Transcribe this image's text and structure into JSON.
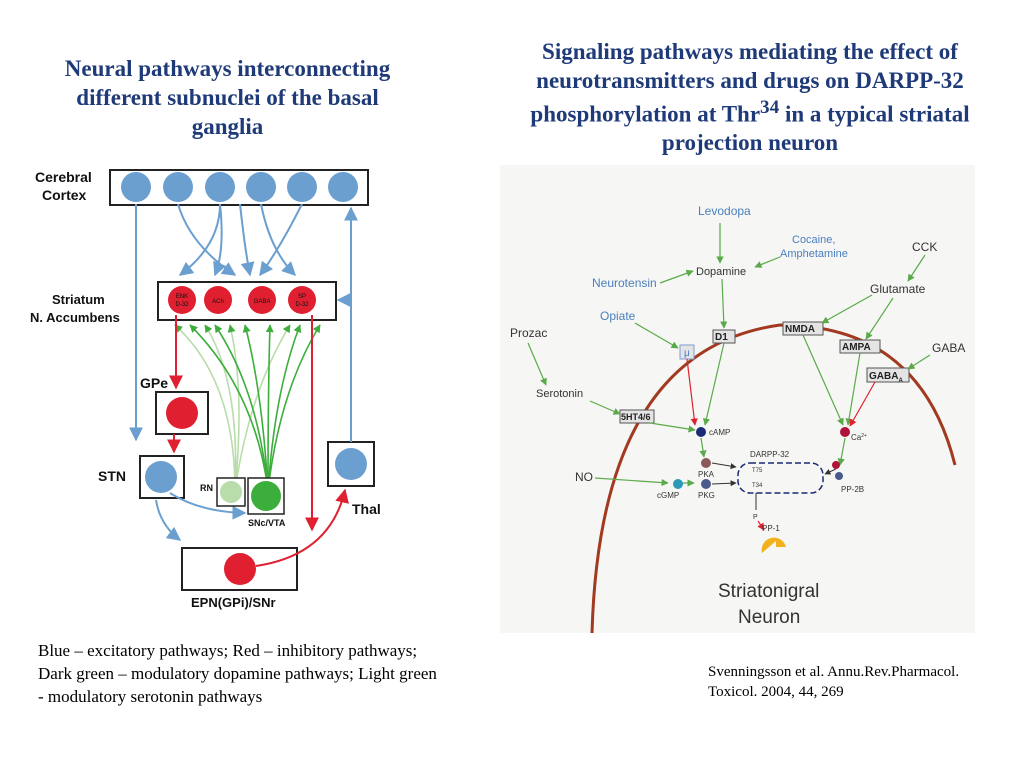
{
  "left_title": "Neural pathways interconnecting different subnuclei of the basal ganglia",
  "right_title_pre": "Signaling pathways mediating the effect of neurotransmitters and drugs on DARPP-32 phosphorylation at Thr",
  "right_title_sup": "34",
  "right_title_post": " in a typical striatal projection neuron",
  "legend_caption": "Blue – excitatory pathways; Red – inhibitory pathways; Dark green – modulatory dopamine pathways; Light green -  modulatory serotonin pathways",
  "citation": "Svenningsson et al. Annu.Rev.Pharmacol. Toxicol. 2004, 44, 269",
  "basal": {
    "cerebral": "Cerebral",
    "cortex": "Cortex",
    "striatum": "Striatum",
    "accumbens": "N. Accumbens",
    "gpe": "GPe",
    "stn": "STN",
    "rn": "RN",
    "snc_vta": "SNc/VTA",
    "thal": "Thal",
    "epn": "EPN(GPi)/SNr",
    "enk_1": "ENK",
    "enk_2": "D-32",
    "ach": "ACh",
    "gaba": "GABA",
    "sp_1": "SP",
    "sp_2": "D-32"
  },
  "darpp": {
    "levodopa": "Levodopa",
    "cocaine": "Cocaine,",
    "amphetamine": "Amphetamine",
    "cck": "CCK",
    "dopamine": "Dopamine",
    "neurotensin": "Neurotensin",
    "glutamate": "Glutamate",
    "opiate": "Opiate",
    "prozac": "Prozac",
    "d1": "D1",
    "nmda": "NMDA",
    "ampa": "AMPA",
    "gaba": "GABA",
    "mu": "μ",
    "gaba_a": "GABA",
    "gaba_a_sub": "A",
    "serotonin": "Serotonin",
    "ht46": "5HT4/6",
    "camp": "cAMP",
    "ca": "Ca",
    "ca_sup": "2+",
    "no": "NO",
    "darpp32": "DARPP-32",
    "t75": "T75",
    "t34": "T34",
    "p": "P",
    "pka": "PKA",
    "pkg": "PKG",
    "cgmp": "cGMP",
    "pp2b": "PP-2B",
    "pp1": "PP-1",
    "neuron_1": "Striatonigral",
    "neuron_2": "Neuron"
  },
  "colors": {
    "title": "#1f3a78",
    "excitatory": "#6a9fd0",
    "inhibitory": "#e02030",
    "dopamine": "#3cae3c",
    "serotonin": "#b8dcaa",
    "membrane": "#a23a20",
    "signal_arrow": "#5aaa4a"
  }
}
